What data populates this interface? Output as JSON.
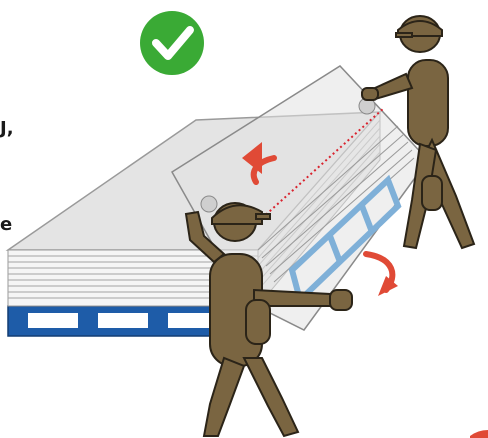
{
  "text_fragments": [
    {
      "id": "frag-1",
      "text": "J,"
    },
    {
      "id": "frag-2",
      "text": "e"
    }
  ],
  "icons": {
    "status": "check-circle-icon",
    "rotate_upper": "rotate-arrow-icon",
    "rotate_right": "rotate-arrow-icon",
    "worker_left": "worker-icon",
    "worker_right": "worker-icon"
  },
  "colors": {
    "check_green": "#3aaa35",
    "arrow_red": "#e04a36",
    "worker_brown": "#7a6541",
    "pallet_blue": "#1e5ca8",
    "dotted_line_red": "#d9232e"
  }
}
